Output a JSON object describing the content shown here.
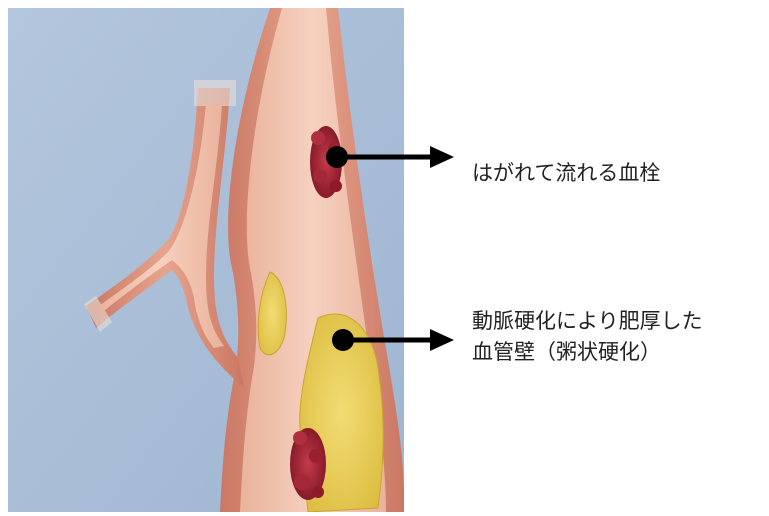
{
  "colors": {
    "background": "#a9bdd6",
    "vessel_wall": "#d98e78",
    "vessel_lumen": "#f0c3ad",
    "plaque": "#e8cf55",
    "clot": "#9c2232",
    "arrow": "#000000"
  },
  "labels": {
    "embolus": "はがれて流れる血栓",
    "plaque_line1": "動脈硬化により肥厚した",
    "plaque_line2": "血管壁（粥状硬化）"
  }
}
